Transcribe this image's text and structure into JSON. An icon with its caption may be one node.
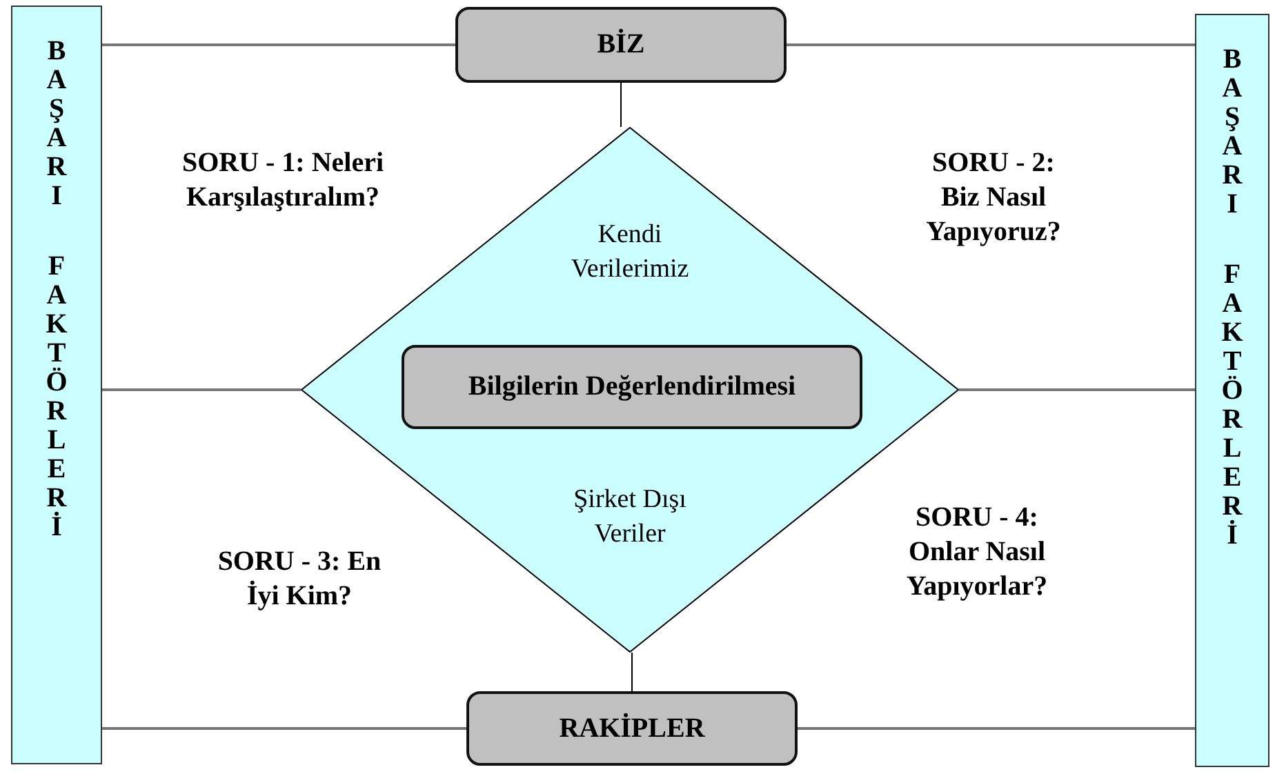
{
  "diagram": {
    "nodes": [
      {
        "text": [
          "BAŞARI FAKTÖRLERİ"
        ]
      },
      {
        "text": [
          "BİZ"
        ]
      },
      {
        "text": [
          "BAŞARI FAKTÖRLERİ"
        ]
      },
      {
        "text": [
          "Kendi Verilerimiz",
          "Şirket Dışı Veriler"
        ]
      },
      {
        "text": [
          "Bilgilerin Değerlendirilmesi"
        ],
        "in": 3
      },
      {
        "text": [
          "RAKİPLER"
        ]
      }
    ],
    "edges": [
      {
        "from": 0,
        "to": 1,
        "arrow": "none"
      },
      {
        "from": 1,
        "to": 2,
        "arrow": "none"
      },
      {
        "from": 1,
        "to": 3,
        "arrow": "none",
        "color": "#000000"
      },
      {
        "from": 0,
        "to": 3,
        "arrow": "none"
      },
      {
        "from": 3,
        "to": 2,
        "arrow": "none"
      },
      {
        "from": 3,
        "to": 5,
        "arrow": "none",
        "color": "#000000"
      },
      {
        "from": 0,
        "to": 5,
        "arrow": "none"
      },
      {
        "from": 5,
        "to": 2,
        "arrow": "none"
      }
    ],
    "labels": [
      "SORU - 1: Neleri Karşılaştıralım?",
      "SORU - 2: Biz Nasıl Yapıyoruz?",
      "SORU - 3: En İyi Kim?",
      "SORU - 4: Onlar Nasıl Yapıyorlar?"
    ]
  }
}
